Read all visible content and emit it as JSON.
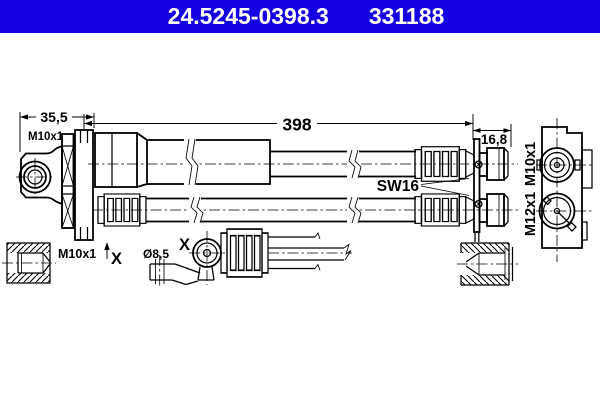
{
  "colors": {
    "header_bg": "#1500e1",
    "header_text": "#ffffff",
    "line": "#000000",
    "background": "#ffffff"
  },
  "header": {
    "part_number": "24.5245-0398.3",
    "catalog_number": "331188"
  },
  "dimensions": {
    "bracket_width": "35,5",
    "hose_length": "398",
    "end_offset": "16,8",
    "hole_diameter": "Ø8,5"
  },
  "threads": {
    "banjo": "M10x1",
    "upper_outlet": "M10x1",
    "lower_outlet": "M12x1",
    "socket_detail": "M10x1"
  },
  "labels": {
    "hex": "SW16",
    "view_marker_1": "X",
    "view_marker_2": "X"
  }
}
